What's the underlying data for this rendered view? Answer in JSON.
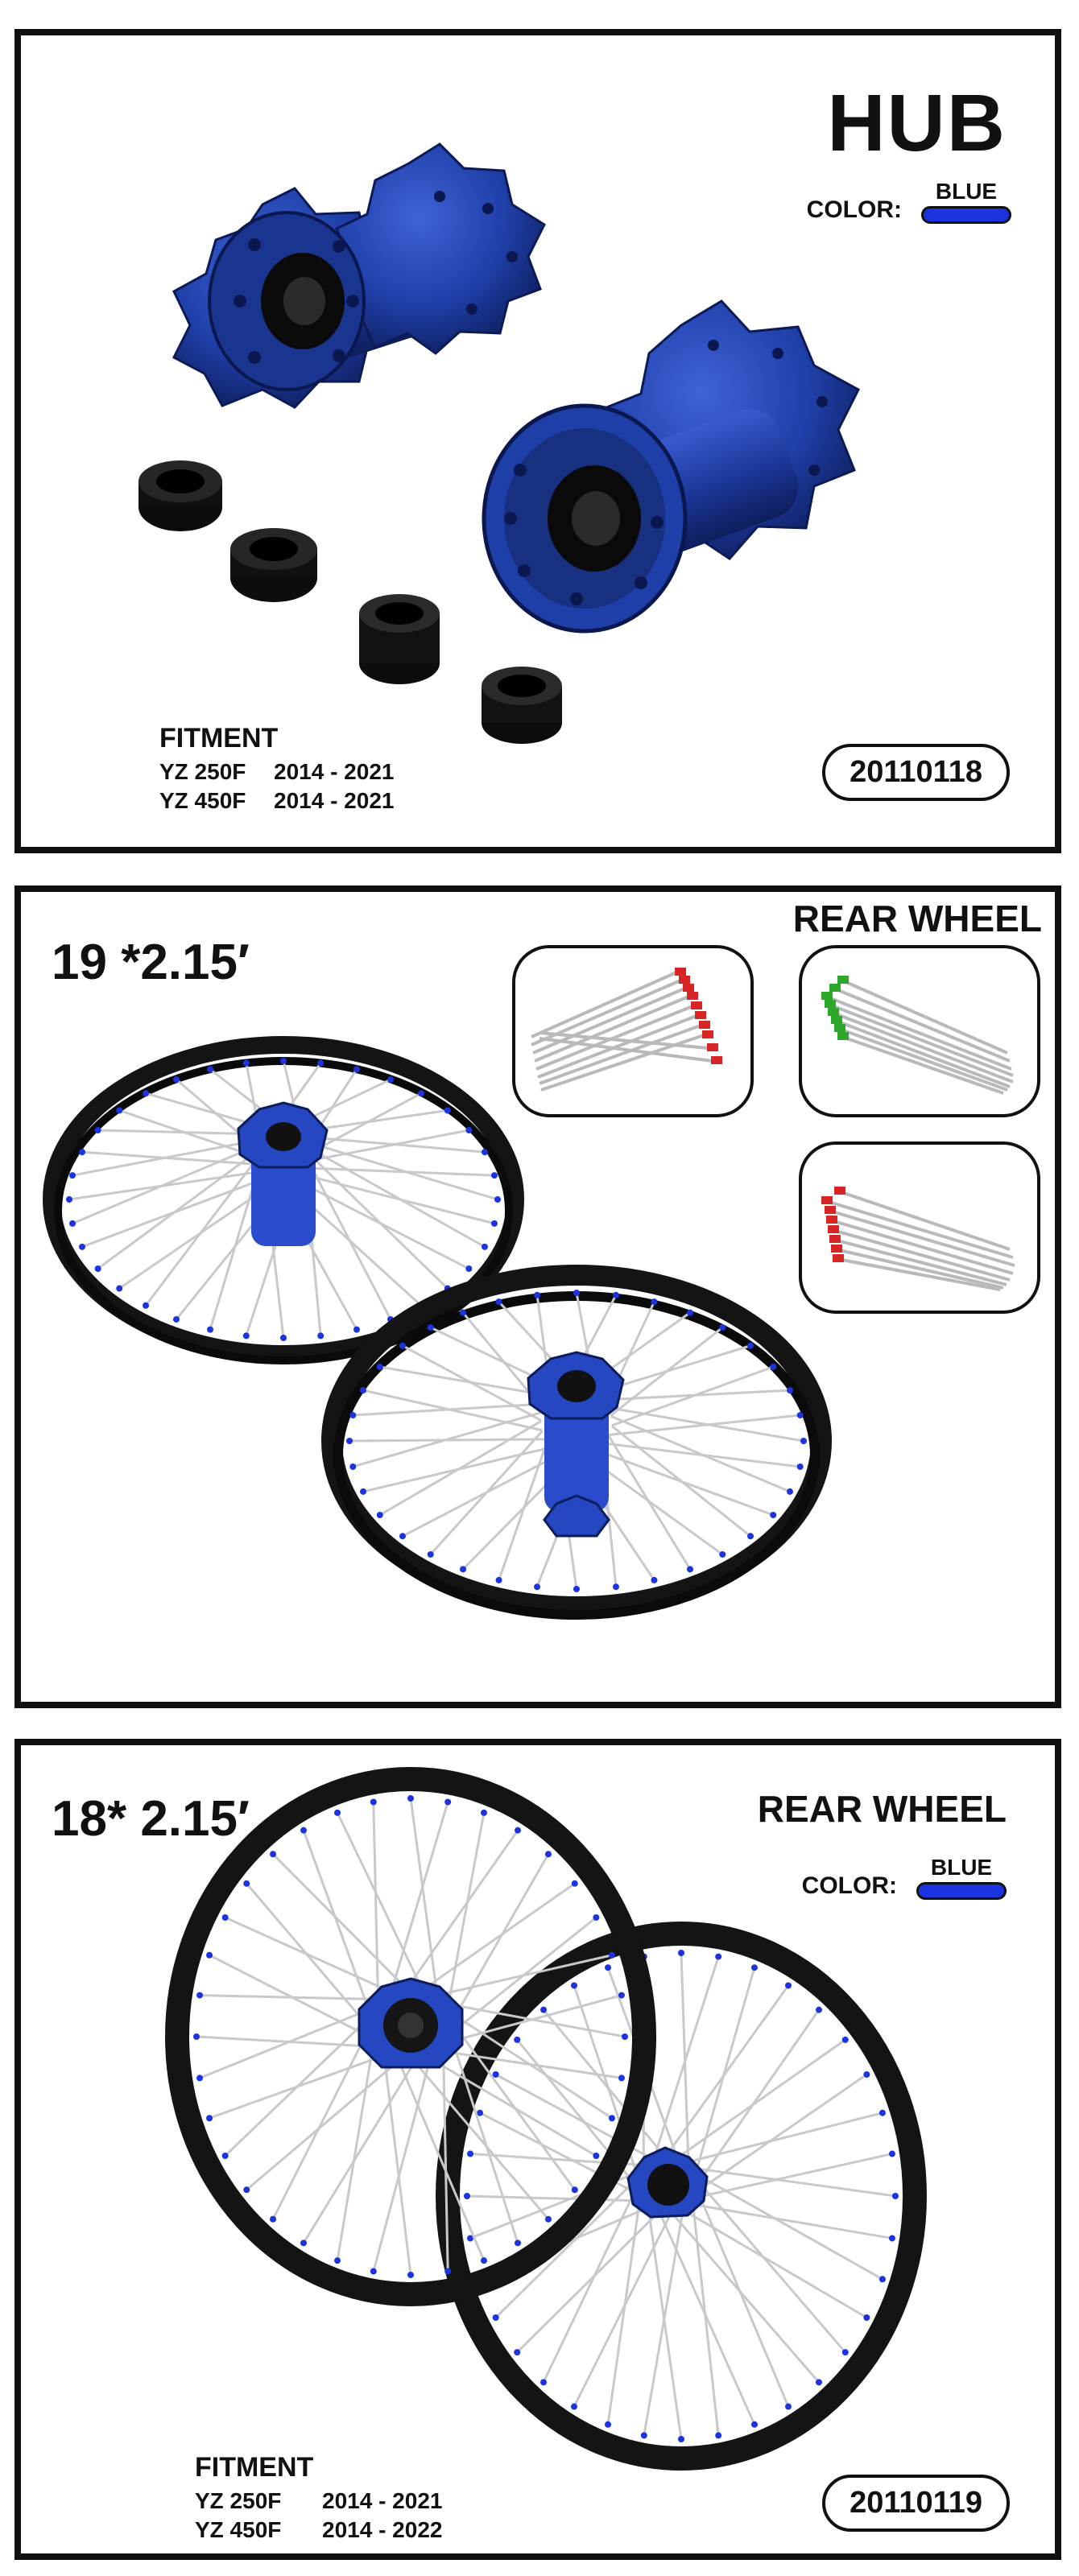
{
  "hub_panel": {
    "title": "HUB",
    "color_label": "COLOR:",
    "color_name": "BLUE",
    "fitment_title": "FITMENT",
    "fitment": [
      {
        "model": "YZ 250F",
        "years": "2014 - 2021"
      },
      {
        "model": "YZ 450F",
        "years": "2014 - 2021"
      }
    ],
    "part_number": "20110118"
  },
  "wheel19_panel": {
    "size": "19 *2.15′",
    "label": "REAR WHEEL"
  },
  "wheel18_panel": {
    "size": "18* 2.15′",
    "label": "REAR WHEEL",
    "color_label": "COLOR:",
    "color_name": "BLUE",
    "fitment_title": "FITMENT",
    "fitment": [
      {
        "model": "YZ 250F",
        "years": "2014 - 2021"
      },
      {
        "model": "YZ 450F",
        "years": "2014 - 2022"
      }
    ],
    "part_number": "20110119"
  },
  "colors": {
    "hub_blue": "#1f3fa8",
    "swatch_blue": "#1b34e0",
    "rim_black": "#141414",
    "spoke_silver": "#c9c9cc",
    "nipple_red": "#d82525",
    "nipple_green": "#2ea82a"
  }
}
